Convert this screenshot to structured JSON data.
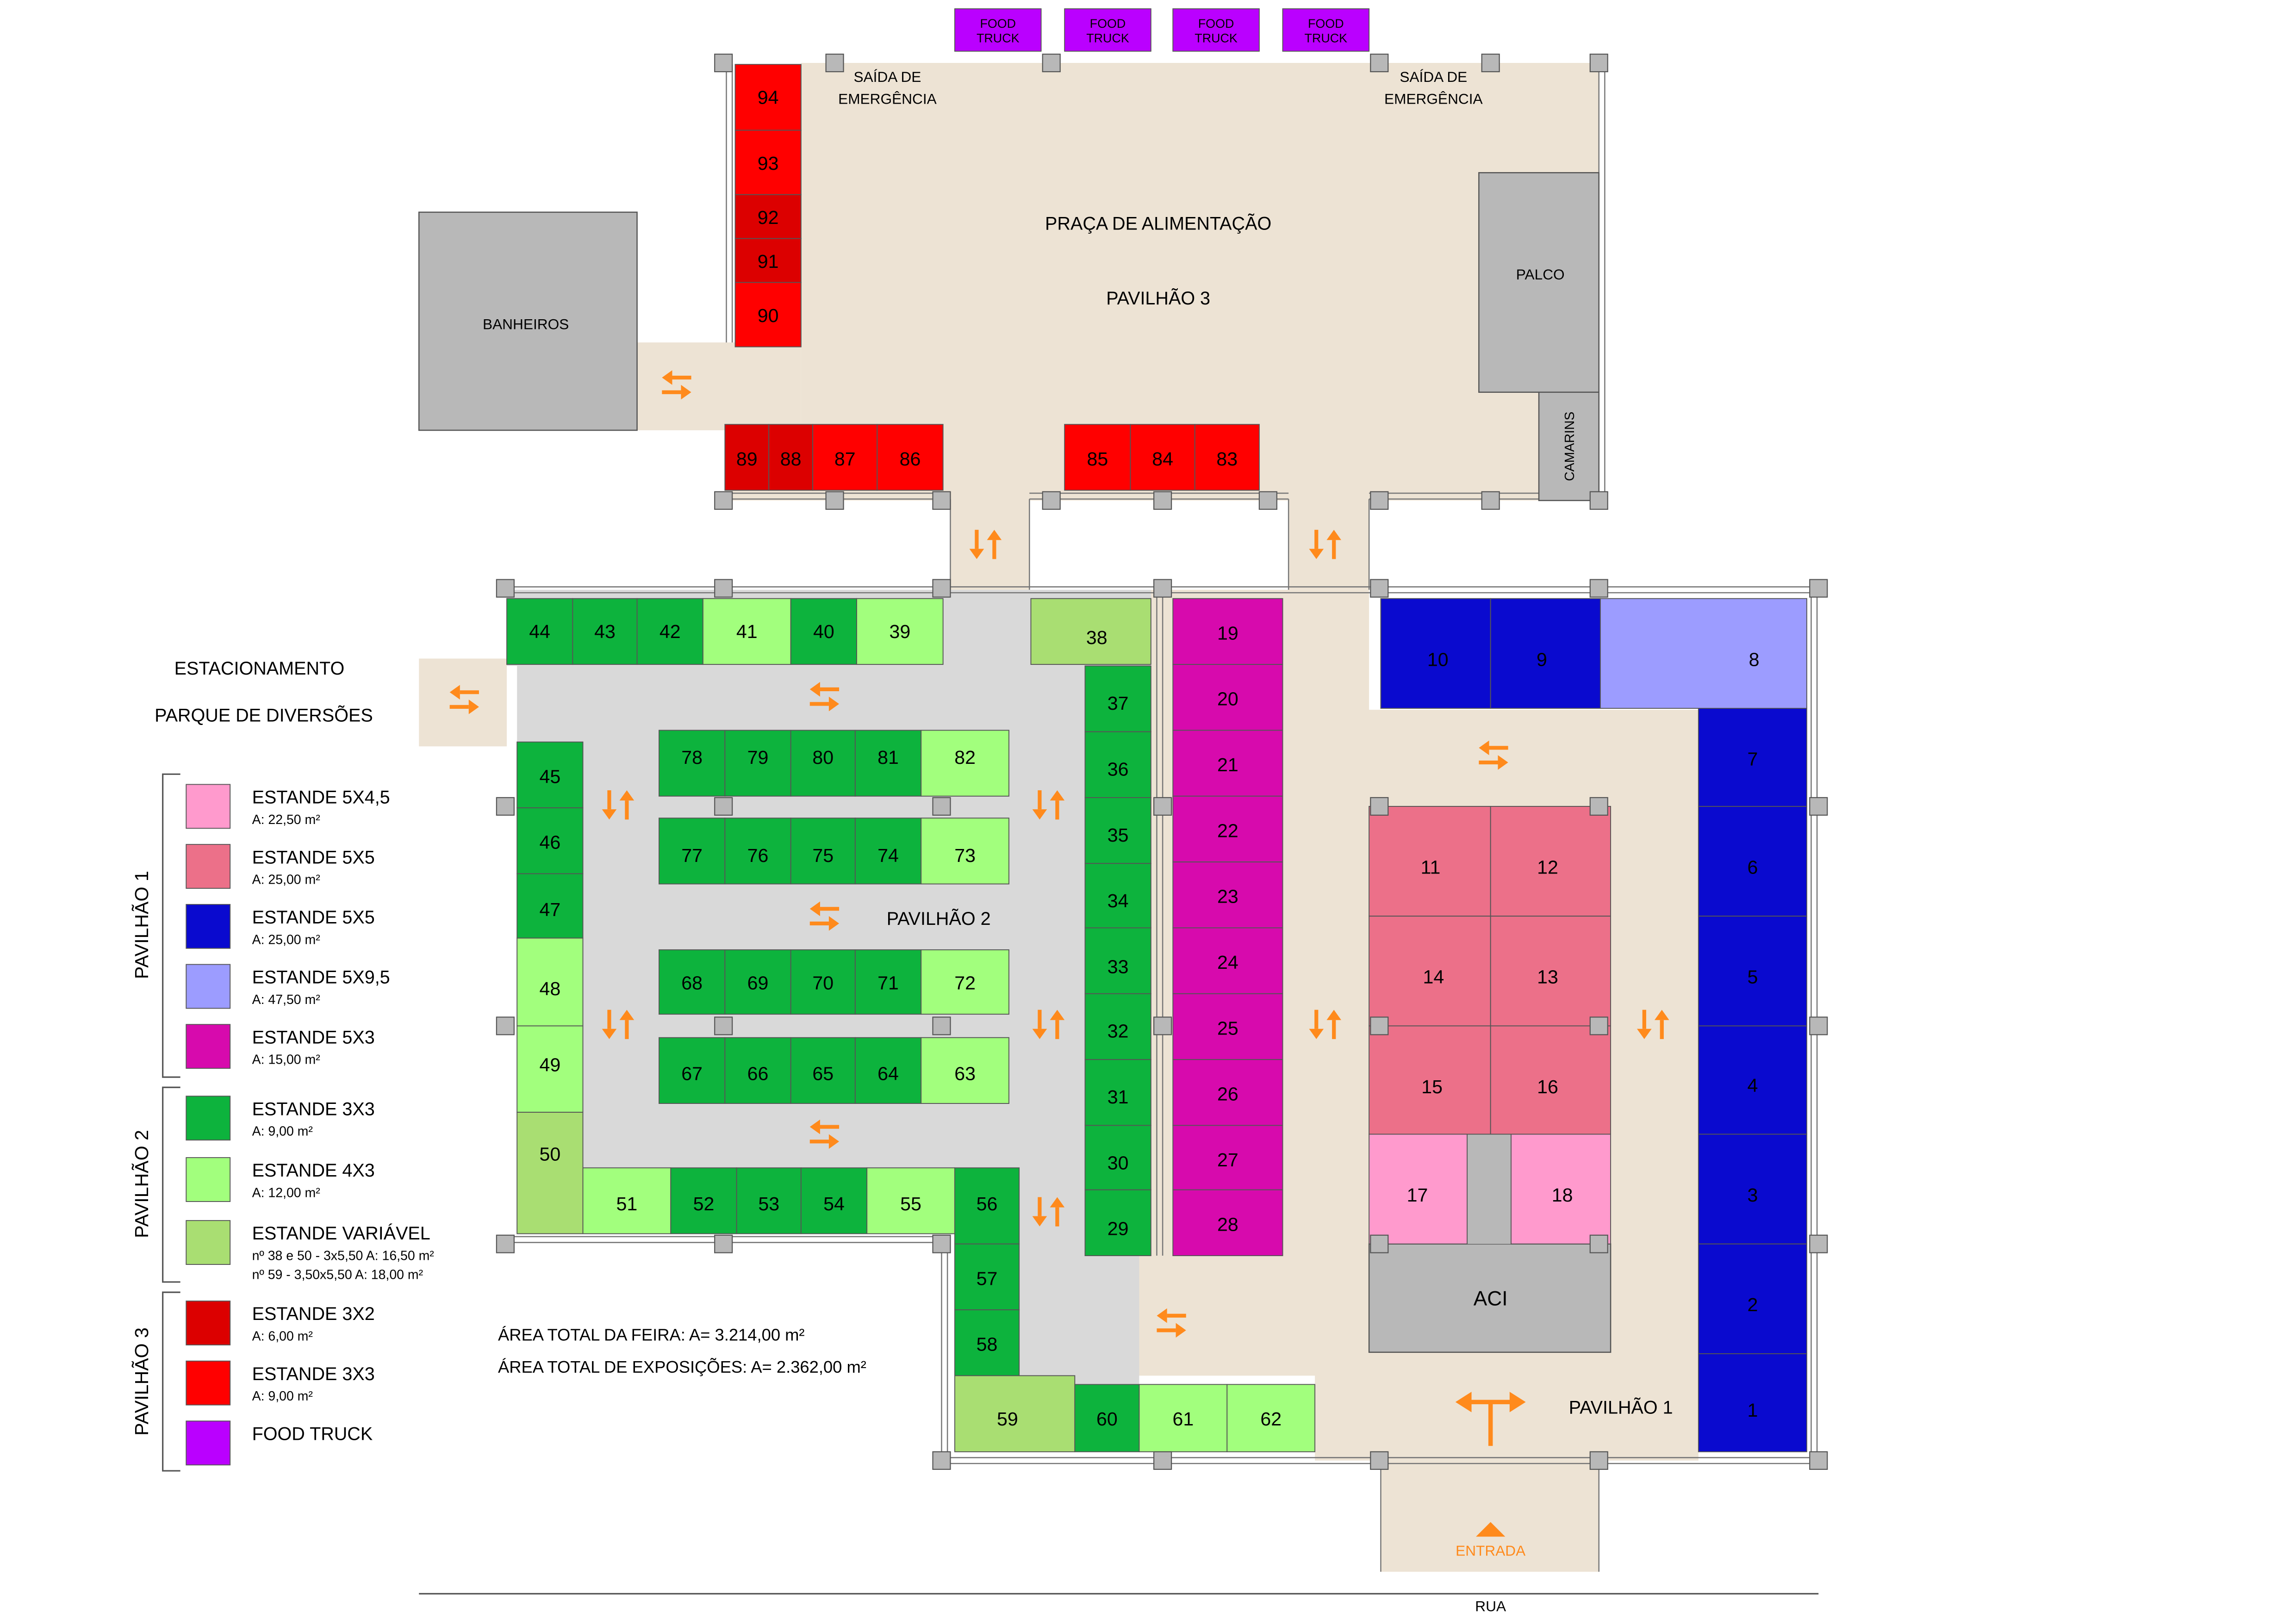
{
  "pavilion_labels": {
    "p1_floor": "PAVILHÃO 1",
    "p2_floor": "PAVILHÃO 2",
    "p3_floor": "PAVILHÃO 3",
    "food_court": "PRAÇA DE ALIMENTAÇÃO",
    "legend_p1": "PAVILHÃO 1",
    "legend_p2": "PAVILHÃO 2",
    "legend_p3": "PAVILHÃO 3"
  },
  "areas": {
    "bathrooms": "BANHEIROS",
    "stage": "PALCO",
    "dressing_rooms": "CAMARINS",
    "aci": "ACI",
    "parking": "ESTACIONAMENTO",
    "amusement_park": "PARQUE DE DIVERSÕES",
    "entrance": "ENTRADA",
    "street": "RUA",
    "emergency_exit_line1": "SAÍDA DE",
    "emergency_exit_line2": "EMERGÊNCIA",
    "food_truck_line1": "FOOD",
    "food_truck_line2": "TRUCK"
  },
  "totals": {
    "fair_area": "ÁREA TOTAL DA FEIRA:  A= 3.214,00 m²",
    "exhibition_area": "ÁREA TOTAL DE EXPOSIÇÕES:  A= 2.362,00 m²"
  },
  "colors": {
    "floor_beige": "#EDE3D4",
    "floor_gray": "#D9D9D9",
    "service_gray": "#B8B8B8",
    "pink_light": "#FF9ACD",
    "pink": "#EC7089",
    "blue": "#0A0ACF",
    "lavender": "#9C9CFF",
    "magenta": "#D70AAD",
    "green": "#0DB33D",
    "green_light": "#A2FF7D",
    "green_olive": "#A9DE72",
    "red_dark": "#DC0000",
    "red": "#FF0000",
    "purple": "#BA00FF",
    "arrow": "#FF8A1C",
    "pillar": "#B8B8B8"
  },
  "legend": [
    {
      "label": "ESTANDE 5X4,5",
      "sub": "A: 22,50 m²",
      "color": "#FF9ACD"
    },
    {
      "label": "ESTANDE 5X5",
      "sub": "A: 25,00 m²",
      "color": "#EC7089"
    },
    {
      "label": "ESTANDE 5X5",
      "sub": "A: 25,00 m²",
      "color": "#0A0ACF"
    },
    {
      "label": "ESTANDE 5X9,5",
      "sub": "A: 47,50 m²",
      "color": "#9C9CFF"
    },
    {
      "label": "ESTANDE 5X3",
      "sub": "A: 15,00 m²",
      "color": "#D70AAD"
    },
    {
      "label": "ESTANDE 3X3",
      "sub": "A: 9,00 m²",
      "color": "#0DB33D"
    },
    {
      "label": "ESTANDE 4X3",
      "sub": "A: 12,00 m²",
      "color": "#A2FF7D"
    },
    {
      "label": "ESTANDE VARIÁVEL",
      "sub": "nº 38 e 50 - 3x5,50  A: 16,50 m²",
      "sub2": "nº 59 - 3,50x5,50  A: 18,00 m²",
      "color": "#A9DE72"
    },
    {
      "label": "ESTANDE 3X2",
      "sub": "A: 6,00 m²",
      "color": "#DC0000"
    },
    {
      "label": "ESTANDE 3X3",
      "sub": "A: 9,00 m²",
      "color": "#FF0000"
    },
    {
      "label": "FOOD TRUCK",
      "sub": "",
      "color": "#BA00FF"
    }
  ],
  "stands_p3": [
    "94",
    "93",
    "92",
    "91",
    "90",
    "89",
    "88",
    "87",
    "86",
    "85",
    "84",
    "83"
  ],
  "stands_p2": [
    "44",
    "43",
    "42",
    "41",
    "40",
    "39",
    "38",
    "37",
    "36",
    "35",
    "34",
    "33",
    "32",
    "31",
    "30",
    "29",
    "45",
    "46",
    "47",
    "48",
    "49",
    "50",
    "51",
    "52",
    "53",
    "54",
    "55",
    "56",
    "57",
    "58",
    "59",
    "60",
    "61",
    "62",
    "78",
    "79",
    "80",
    "81",
    "82",
    "77",
    "76",
    "75",
    "74",
    "73",
    "68",
    "69",
    "70",
    "71",
    "72",
    "67",
    "66",
    "65",
    "64",
    "63"
  ],
  "stands_p1": [
    "19",
    "20",
    "21",
    "22",
    "23",
    "24",
    "25",
    "26",
    "27",
    "28",
    "10",
    "9",
    "8",
    "7",
    "6",
    "5",
    "4",
    "3",
    "2",
    "1",
    "11",
    "12",
    "14",
    "13",
    "15",
    "16",
    "17",
    "18"
  ]
}
